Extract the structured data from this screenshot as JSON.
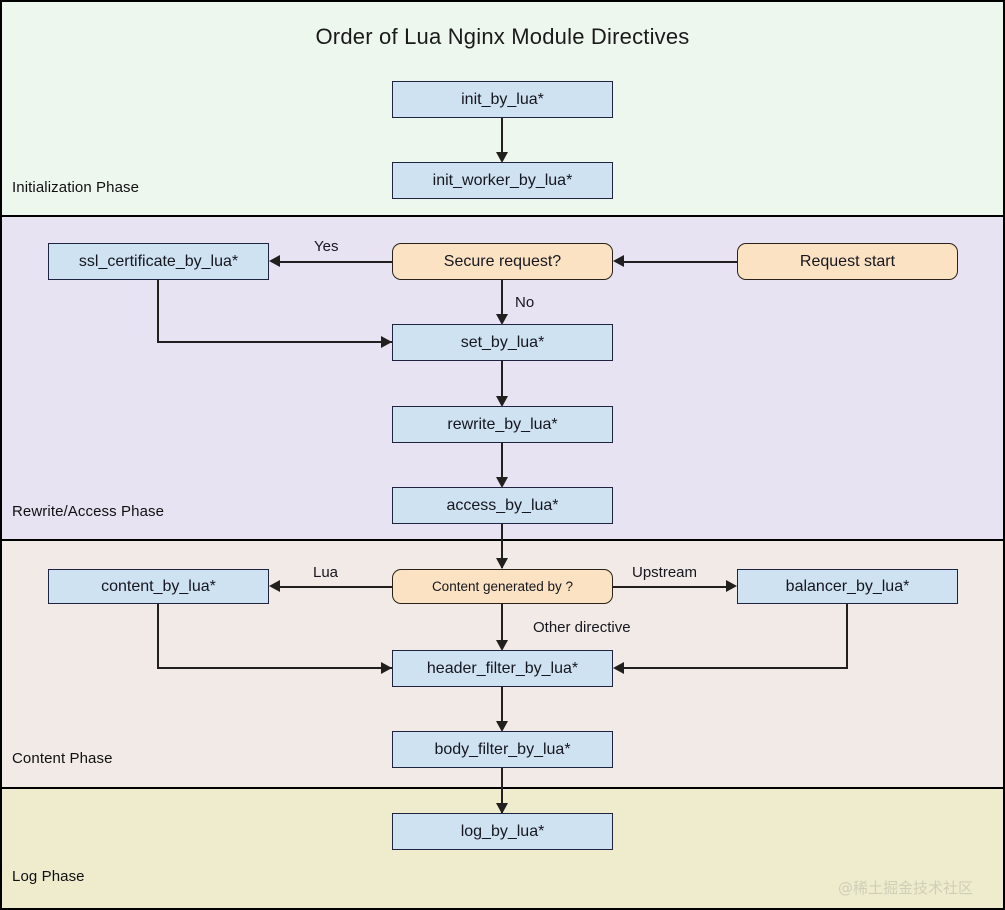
{
  "title": "Order of Lua Nginx Module Directives",
  "colors": {
    "init_band": "#eef7ee",
    "rewrite_band": "#e8e3f2",
    "content_band": "#f2eae6",
    "log_band": "#eeeccd",
    "node_blue": "#cfe2f1",
    "node_orange": "#fbe2c3",
    "border": "#20223f",
    "edge": "#221f1f"
  },
  "phases": [
    {
      "name": "initialization",
      "label": "Initialization Phase"
    },
    {
      "name": "rewrite_access",
      "label": "Rewrite/Access Phase"
    },
    {
      "name": "content",
      "label": "Content Phase"
    },
    {
      "name": "log",
      "label": "Log Phase"
    }
  ],
  "nodes": {
    "init_by_lua": "init_by_lua*",
    "init_worker_by_lua": "init_worker_by_lua*",
    "request_start": "Request start",
    "secure_request": "Secure request?",
    "ssl_certificate_by_lua": "ssl_certificate_by_lua*",
    "set_by_lua": "set_by_lua*",
    "rewrite_by_lua": "rewrite_by_lua*",
    "access_by_lua": "access_by_lua*",
    "content_generated_by": "Content generated by ?",
    "content_by_lua": "content_by_lua*",
    "balancer_by_lua": "balancer_by_lua*",
    "header_filter_by_lua": "header_filter_by_lua*",
    "body_filter_by_lua": "body_filter_by_lua*",
    "log_by_lua": "log_by_lua*"
  },
  "edge_labels": {
    "yes": "Yes",
    "no": "No",
    "lua": "Lua",
    "upstream": "Upstream",
    "other_directive": "Other directive"
  },
  "watermark": "@稀土掘金技术社区"
}
